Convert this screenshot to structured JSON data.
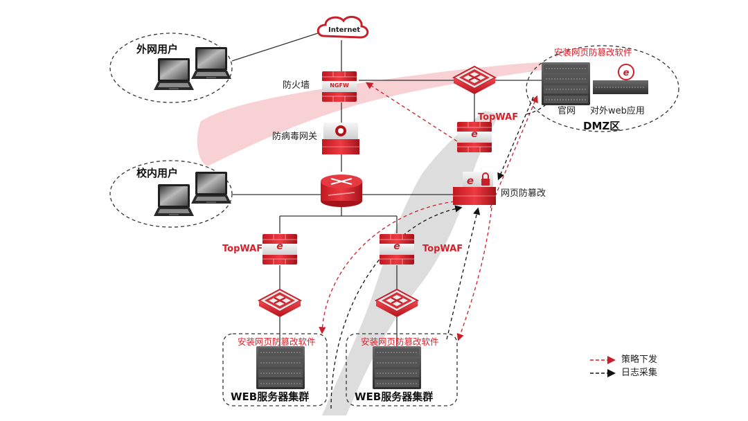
{
  "colors": {
    "accent_red": "#d7202a",
    "dark_red": "#a8121a",
    "pink_band": "#f6c9cc",
    "gray_band": "#d9d9d9",
    "line": "#333333",
    "policy_arrow": "#c8202a",
    "log_arrow": "#111111"
  },
  "nodes": {
    "internet": {
      "label": "Internet",
      "icon": "cloud-icon"
    },
    "firewall": {
      "label": "防火墙",
      "badge": "NGFW",
      "icon": "firewall-icon"
    },
    "antivirus_gateway": {
      "label": "防病毒网关",
      "icon": "antivirus-gateway-icon"
    },
    "core_router": {
      "icon": "router-icon"
    },
    "dmz_switch": {
      "icon": "switch-icon"
    },
    "dmz_waf": {
      "label": "TopWAF",
      "icon": "waf-icon"
    },
    "tamper_protection": {
      "label": "网页防篡改",
      "icon": "tamper-protection-icon"
    },
    "left_waf": {
      "label": "TopWAF",
      "icon": "waf-icon"
    },
    "right_waf": {
      "label": "TopWAF",
      "icon": "waf-icon"
    },
    "left_switch": {
      "icon": "switch-icon"
    },
    "right_switch": {
      "icon": "switch-icon"
    }
  },
  "zones": {
    "external_users": {
      "title": "外网用户"
    },
    "campus_users": {
      "title": "校内用户"
    },
    "dmz": {
      "title": "DMZ区",
      "software_note": "安装网页防篡改软件",
      "servers": [
        {
          "label": "官网",
          "icon": "server-rack-icon"
        },
        {
          "label": "对外web应用",
          "icon": "web-app-server-icon"
        }
      ]
    },
    "web_cluster_left": {
      "title": "WEB服务器集群",
      "software_note": "安装网页防篡改软件"
    },
    "web_cluster_right": {
      "title": "WEB服务器集群",
      "software_note": "安装网页防篡改软件"
    }
  },
  "legend": [
    {
      "label": "策略下发",
      "style": "red-dashed-arrow"
    },
    {
      "label": "日志采集",
      "style": "black-dashed-arrow"
    }
  ]
}
